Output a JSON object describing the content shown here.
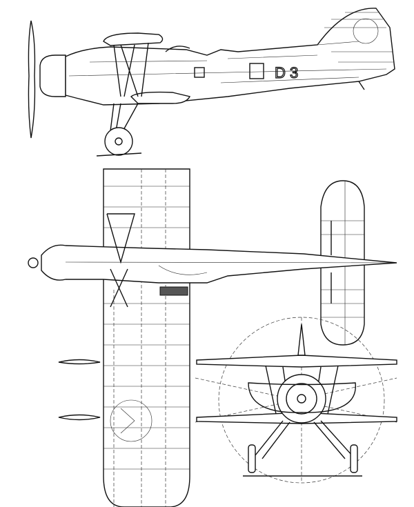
{
  "drawing": {
    "views": [
      "side-view",
      "top-view",
      "front-view"
    ],
    "fuselage_code": "D 3"
  }
}
